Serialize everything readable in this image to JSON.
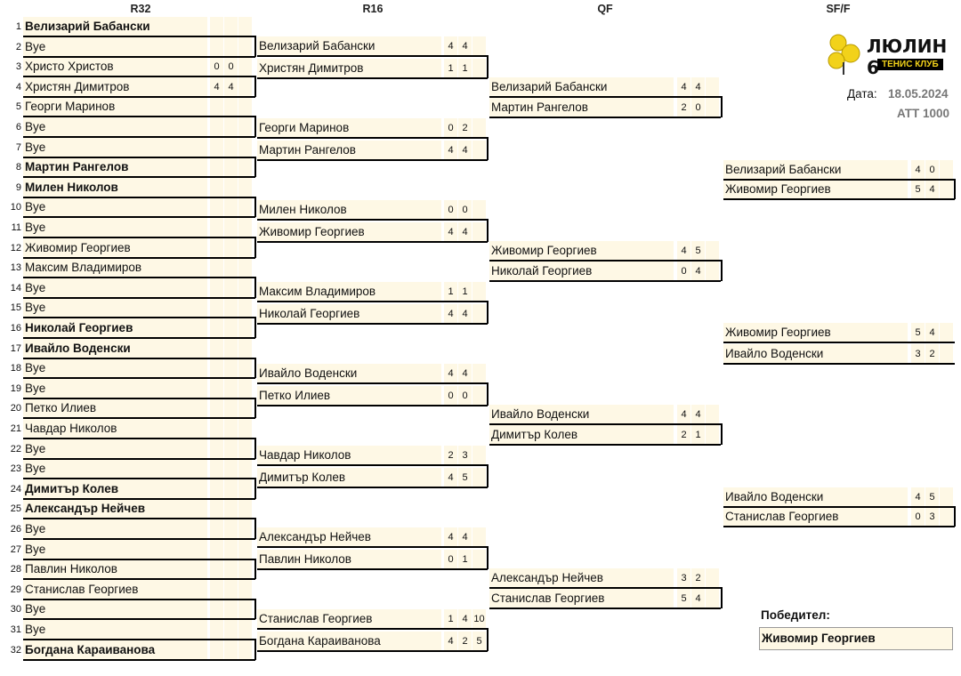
{
  "rounds": [
    "R32",
    "R16",
    "QF",
    "SF/F"
  ],
  "club": {
    "name": "ЛЮЛИН 6",
    "sub": "ТЕНИС КЛУБ"
  },
  "date_label": "Дата:",
  "date_value": "18.05.2024",
  "tournament": "ATT 1000",
  "winner_label": "Победител:",
  "winner": "Живомир Георгиев",
  "r32": [
    {
      "n": "1",
      "name": "Велизарий Бабански",
      "seed": true,
      "s": [
        "",
        ""
      ]
    },
    {
      "n": "2",
      "name": "Bye",
      "seed": false,
      "s": [
        "",
        ""
      ]
    },
    {
      "n": "3",
      "name": "Христо Христов",
      "seed": false,
      "s": [
        "0",
        "0"
      ]
    },
    {
      "n": "4",
      "name": "Христян Димитров",
      "seed": false,
      "s": [
        "4",
        "4"
      ]
    },
    {
      "n": "5",
      "name": "Георги Маринов",
      "seed": false,
      "s": [
        "",
        ""
      ]
    },
    {
      "n": "6",
      "name": "Bye",
      "seed": false,
      "s": [
        "",
        ""
      ]
    },
    {
      "n": "7",
      "name": "Bye",
      "seed": false,
      "s": [
        "",
        ""
      ]
    },
    {
      "n": "8",
      "name": "Мартин Рангелов",
      "seed": true,
      "s": [
        "",
        ""
      ]
    },
    {
      "n": "9",
      "name": "Милен Николов",
      "seed": true,
      "s": [
        "",
        ""
      ]
    },
    {
      "n": "10",
      "name": "Bye",
      "seed": false,
      "s": [
        "",
        ""
      ]
    },
    {
      "n": "11",
      "name": "Bye",
      "seed": false,
      "s": [
        "",
        ""
      ]
    },
    {
      "n": "12",
      "name": "Живомир Георгиев",
      "seed": false,
      "s": [
        "",
        ""
      ]
    },
    {
      "n": "13",
      "name": "Максим Владимиров",
      "seed": false,
      "s": [
        "",
        ""
      ]
    },
    {
      "n": "14",
      "name": "Bye",
      "seed": false,
      "s": [
        "",
        ""
      ]
    },
    {
      "n": "15",
      "name": "Bye",
      "seed": false,
      "s": [
        "",
        ""
      ]
    },
    {
      "n": "16",
      "name": "Николай Георгиев",
      "seed": true,
      "s": [
        "",
        ""
      ]
    },
    {
      "n": "17",
      "name": "Ивайло Воденски",
      "seed": true,
      "s": [
        "",
        ""
      ]
    },
    {
      "n": "18",
      "name": "Bye",
      "seed": false,
      "s": [
        "",
        ""
      ]
    },
    {
      "n": "19",
      "name": "Bye",
      "seed": false,
      "s": [
        "",
        ""
      ]
    },
    {
      "n": "20",
      "name": "Петко Илиев",
      "seed": false,
      "s": [
        "",
        ""
      ]
    },
    {
      "n": "21",
      "name": "Чавдар Николов",
      "seed": false,
      "s": [
        "",
        ""
      ]
    },
    {
      "n": "22",
      "name": "Bye",
      "seed": false,
      "s": [
        "",
        ""
      ]
    },
    {
      "n": "23",
      "name": "Bye",
      "seed": false,
      "s": [
        "",
        ""
      ]
    },
    {
      "n": "24",
      "name": "Димитър Колев",
      "seed": true,
      "s": [
        "",
        ""
      ]
    },
    {
      "n": "25",
      "name": "Александър Нейчев",
      "seed": true,
      "s": [
        "",
        ""
      ]
    },
    {
      "n": "26",
      "name": "Bye",
      "seed": false,
      "s": [
        "",
        ""
      ]
    },
    {
      "n": "27",
      "name": "Bye",
      "seed": false,
      "s": [
        "",
        ""
      ]
    },
    {
      "n": "28",
      "name": "Павлин Николов",
      "seed": false,
      "s": [
        "",
        ""
      ]
    },
    {
      "n": "29",
      "name": "Станислав Георгиев",
      "seed": false,
      "s": [
        "",
        ""
      ]
    },
    {
      "n": "30",
      "name": "Bye",
      "seed": false,
      "s": [
        "",
        ""
      ]
    },
    {
      "n": "31",
      "name": "Bye",
      "seed": false,
      "s": [
        "",
        ""
      ]
    },
    {
      "n": "32",
      "name": "Богдана Караиванова",
      "seed": true,
      "s": [
        "",
        ""
      ]
    }
  ],
  "r16": [
    {
      "name": "Велизарий Бабански",
      "s": [
        "4",
        "4",
        ""
      ]
    },
    {
      "name": "Христян Димитров",
      "s": [
        "1",
        "1",
        ""
      ]
    },
    {
      "name": "Георги Маринов",
      "s": [
        "0",
        "2",
        ""
      ]
    },
    {
      "name": "Мартин Рангелов",
      "s": [
        "4",
        "4",
        ""
      ]
    },
    {
      "name": "Милен Николов",
      "s": [
        "0",
        "0",
        ""
      ]
    },
    {
      "name": "Живомир Георгиев",
      "s": [
        "4",
        "4",
        ""
      ]
    },
    {
      "name": "Максим Владимиров",
      "s": [
        "1",
        "1",
        ""
      ]
    },
    {
      "name": "Николай Георгиев",
      "s": [
        "4",
        "4",
        ""
      ]
    },
    {
      "name": "Ивайло Воденски",
      "s": [
        "4",
        "4",
        ""
      ]
    },
    {
      "name": "Петко Илиев",
      "s": [
        "0",
        "0",
        ""
      ]
    },
    {
      "name": "Чавдар Николов",
      "s": [
        "2",
        "3",
        ""
      ]
    },
    {
      "name": "Димитър Колев",
      "s": [
        "4",
        "5",
        ""
      ]
    },
    {
      "name": "Александър Нейчев",
      "s": [
        "4",
        "4",
        ""
      ]
    },
    {
      "name": "Павлин Николов",
      "s": [
        "0",
        "1",
        ""
      ]
    },
    {
      "name": "Станислав Георгиев",
      "s": [
        "1",
        "4",
        "10"
      ]
    },
    {
      "name": "Богдана Караиванова",
      "s": [
        "4",
        "2",
        "5"
      ]
    }
  ],
  "qf": [
    {
      "name": "Велизарий Бабански",
      "s": [
        "4",
        "4"
      ]
    },
    {
      "name": "Мартин Рангелов",
      "s": [
        "2",
        "0"
      ]
    },
    {
      "name": "Живомир Георгиев",
      "s": [
        "4",
        "5"
      ]
    },
    {
      "name": "Николай Георгиев",
      "s": [
        "0",
        "4"
      ]
    },
    {
      "name": "Ивайло Воденски",
      "s": [
        "4",
        "4"
      ]
    },
    {
      "name": "Димитър Колев",
      "s": [
        "2",
        "1"
      ]
    },
    {
      "name": "Александър Нейчев",
      "s": [
        "3",
        "2"
      ]
    },
    {
      "name": "Станислав Георгиев",
      "s": [
        "5",
        "4"
      ]
    }
  ],
  "sf": [
    {
      "name": "Велизарий Бабански",
      "s": [
        "4",
        "0"
      ]
    },
    {
      "name": "Живомир Георгиев",
      "s": [
        "5",
        "4"
      ]
    },
    {
      "name": "Ивайло Воденски",
      "s": [
        "4",
        "5"
      ]
    },
    {
      "name": "Станислав Георгиев",
      "s": [
        "0",
        "3"
      ]
    }
  ],
  "final": [
    {
      "name": "Живомир Георгиев",
      "s": [
        "5",
        "4"
      ]
    },
    {
      "name": "Ивайло Воденски",
      "s": [
        "3",
        "2"
      ]
    }
  ]
}
